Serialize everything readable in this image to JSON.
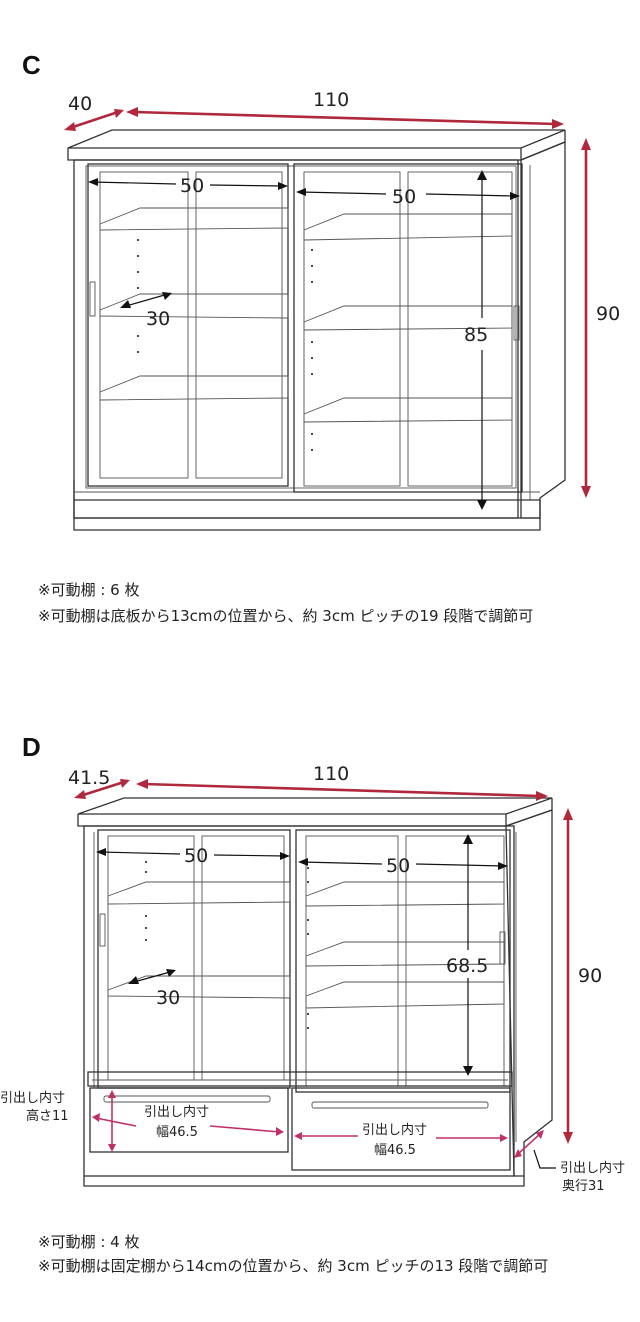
{
  "sections": [
    {
      "letter": "C",
      "depth": "40",
      "width": "110",
      "height": "90",
      "door_width_left": "50",
      "door_width_right": "50",
      "shelf_depth": "30",
      "inner_height": "85",
      "notes": [
        "※可動棚 : 6 枚",
        "※可動棚は底板から13cmの位置から、約 3cm ピッチの19 段階で調節可"
      ]
    },
    {
      "letter": "D",
      "depth": "41.5",
      "width": "110",
      "height": "90",
      "door_width_left": "50",
      "door_width_right": "50",
      "shelf_depth": "30",
      "inner_height": "68.5",
      "drawer_height_label": "引出し内寸",
      "drawer_height_value": "高さ11",
      "drawer_width_label": "引出し内寸",
      "drawer_width_value": "幅46.5",
      "drawer_width_label_right": "引出し内寸",
      "drawer_width_value_right": "幅46.5",
      "drawer_depth_label": "引出し内寸",
      "drawer_depth_value": "奥行31",
      "notes": [
        "※可動棚 : 4 枚",
        "※可動棚は固定棚から14cmの位置から、約 3cm ピッチの13 段階で調節可"
      ]
    }
  ],
  "colors": {
    "dimension_red": "#b0283c",
    "drawer_pink": "#c0306a",
    "outline": "#333333"
  }
}
